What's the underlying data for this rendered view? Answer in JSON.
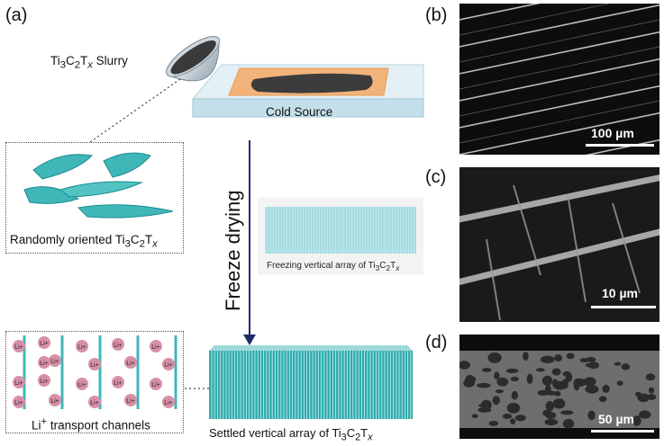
{
  "panels": {
    "a": "(a)",
    "b": "(b)",
    "c": "(c)",
    "d": "(d)"
  },
  "labels": {
    "slurry_pre": "Ti",
    "slurry_sub1": "3",
    "slurry_mid": "C",
    "slurry_sub2": "2",
    "slurry_T": "T",
    "slurry_x": "x",
    "slurry_post": " Slurry",
    "cold_source": "Cold Source",
    "random_pre": "Randomly oriented Ti",
    "random_sub1": "3",
    "random_mid": "C",
    "random_sub2": "2",
    "random_T": "T",
    "random_x": "x",
    "freeze_drying": "Freeze drying",
    "freezing_pre": "Freezing vertical array of Ti",
    "freezing_sub1": "3",
    "freezing_mid": "C",
    "freezing_sub2": "2",
    "freezing_T": "T",
    "freezing_x": "x",
    "li_sup": "+",
    "li_channels_post": " transport channels",
    "li_ion": "Li",
    "settled_pre": "Settled vertical array of Ti",
    "settled_sub1": "3",
    "settled_mid": "C",
    "settled_sub2": "2",
    "settled_T": "T",
    "settled_x": "x"
  },
  "scalebars": {
    "b": "100 µm",
    "c": "10 µm",
    "d": "50 µm"
  },
  "colors": {
    "teal": "#3fb7b9",
    "dark_teal": "#1e8c90",
    "ion_pink": "#d890a8",
    "orange_pad": "#f2b37a",
    "slab": "#d7ecf4",
    "arrow": "#1f2a6b"
  }
}
